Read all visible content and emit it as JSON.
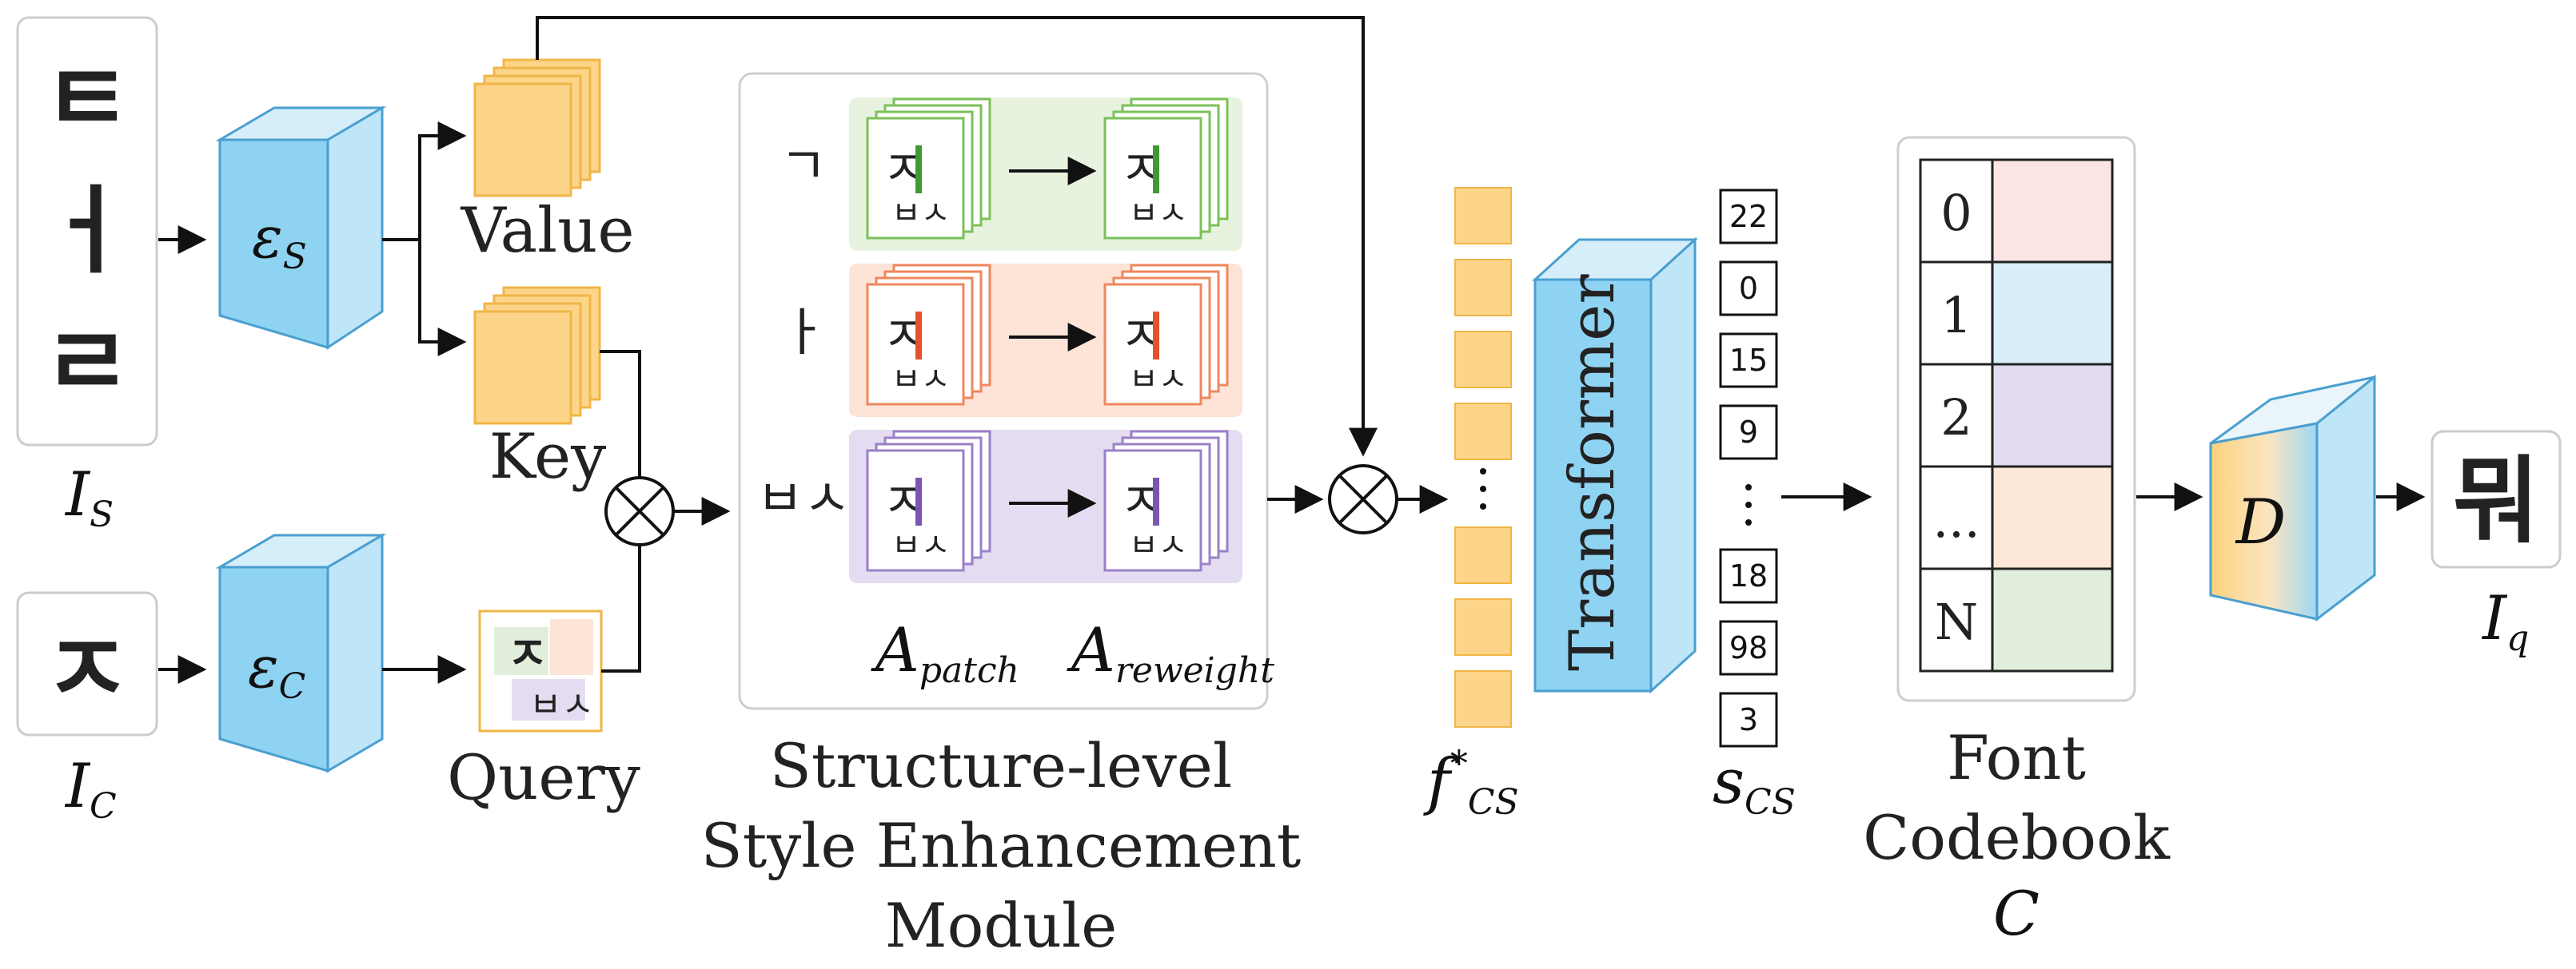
{
  "inputs": {
    "style_label": "I",
    "style_sub": "S",
    "content_label": "I",
    "content_sub": "C",
    "style_glyphs": [
      "ㅌ",
      "ㅓ",
      "ㄹ"
    ],
    "content_glyph": "ㅈ"
  },
  "encoders": {
    "style_symbol": "ε",
    "style_sub": "S",
    "content_symbol": "ε",
    "content_sub": "C"
  },
  "features": {
    "value_label": "Value",
    "key_label": "Key",
    "query_label": "Query"
  },
  "ssem": {
    "title_line1": "Structure-level",
    "title_line2": "Style Enhancement",
    "title_line3": "Module",
    "a_patch": "A",
    "a_patch_sub": "patch",
    "a_reweight": "A",
    "a_reweight_sub": "reweight",
    "rows": [
      {
        "component": "ㄱ",
        "color": "#e8f3df",
        "edge": "#7cc05a",
        "accent": "#3f9a33"
      },
      {
        "component": "ㅏ",
        "color": "#fde4d7",
        "edge": "#f0875f",
        "accent": "#e3522a"
      },
      {
        "component": "ㅂㅅ",
        "color": "#e4dcf0",
        "edge": "#9b80c8",
        "accent": "#7c55b3"
      }
    ]
  },
  "fused": {
    "label": "f",
    "star": "*",
    "sub": "CS"
  },
  "transformer": {
    "label": "Transformer"
  },
  "indices": {
    "label": "s",
    "sub": "CS",
    "values": [
      "22",
      "0",
      "15",
      "9",
      "⋮",
      "18",
      "98",
      "3"
    ]
  },
  "codebook": {
    "title_line1": "Font",
    "title_line2": "Codebook",
    "symbol": "C",
    "rows": [
      {
        "index": "0",
        "color": "#fbe5e5"
      },
      {
        "index": "1",
        "color": "#d9eef8"
      },
      {
        "index": "2",
        "color": "#e3dcf0"
      },
      {
        "index": "...",
        "color": "#fde8da"
      },
      {
        "index": "N",
        "color": "#e1eedb"
      }
    ]
  },
  "decoder": {
    "symbol": "D"
  },
  "output": {
    "label": "I",
    "sub": "q",
    "glyph": "뭐"
  },
  "colors": {
    "blue_face": "#8fd3f3",
    "blue_side": "#bfe6f8",
    "blue_edge": "#4a9fd0",
    "yellow": "#fdd58a",
    "yellow_edge": "#f0b646",
    "panel_edge": "#cfcfcf"
  }
}
